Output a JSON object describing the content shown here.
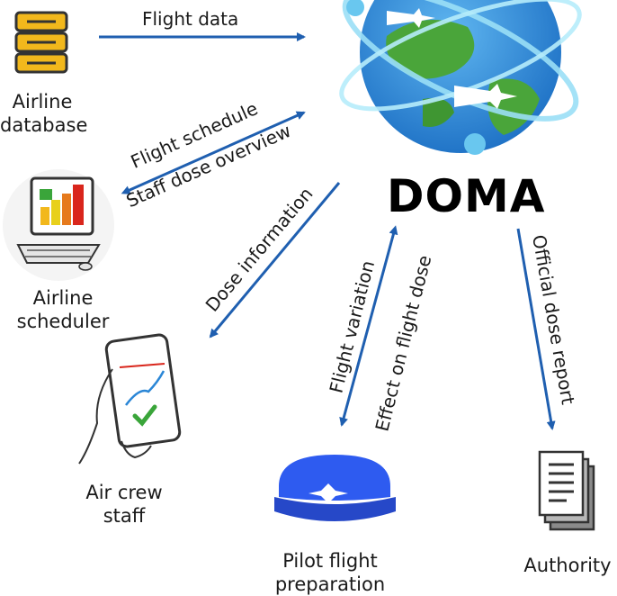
{
  "center": {
    "title": "DOMA"
  },
  "nodes": {
    "airline_database": {
      "line1": "Airline",
      "line2": "database"
    },
    "airline_scheduler": {
      "line1": "Airline",
      "line2": "scheduler"
    },
    "air_crew": {
      "line1": "Air crew",
      "line2": "staff"
    },
    "pilot": {
      "line1": "Pilot flight",
      "line2": "preparation"
    },
    "authority": {
      "line1": "Authority"
    }
  },
  "edges": {
    "flight_data": "Flight data",
    "flight_schedule": "Flight schedule",
    "staff_dose_overview": "Staff dose overview",
    "dose_information": "Dose information",
    "flight_variation": "Flight variation",
    "effect_on_flight_dose": "Effect on flight dose",
    "official_dose_report": "Official dose report"
  },
  "icons": {
    "globe": "globe-with-airplanes-icon",
    "database": "database-icon",
    "computer": "computer-chart-icon",
    "phone": "phone-hand-icon",
    "pilot_cap": "pilot-cap-icon",
    "documents": "documents-icon"
  },
  "colors": {
    "arrow": "#1f5fb0",
    "cap": "#2e5bf0",
    "database": "#f2b81c",
    "globe_ocean": "#2a86d6",
    "globe_land": "#4aa53a"
  }
}
